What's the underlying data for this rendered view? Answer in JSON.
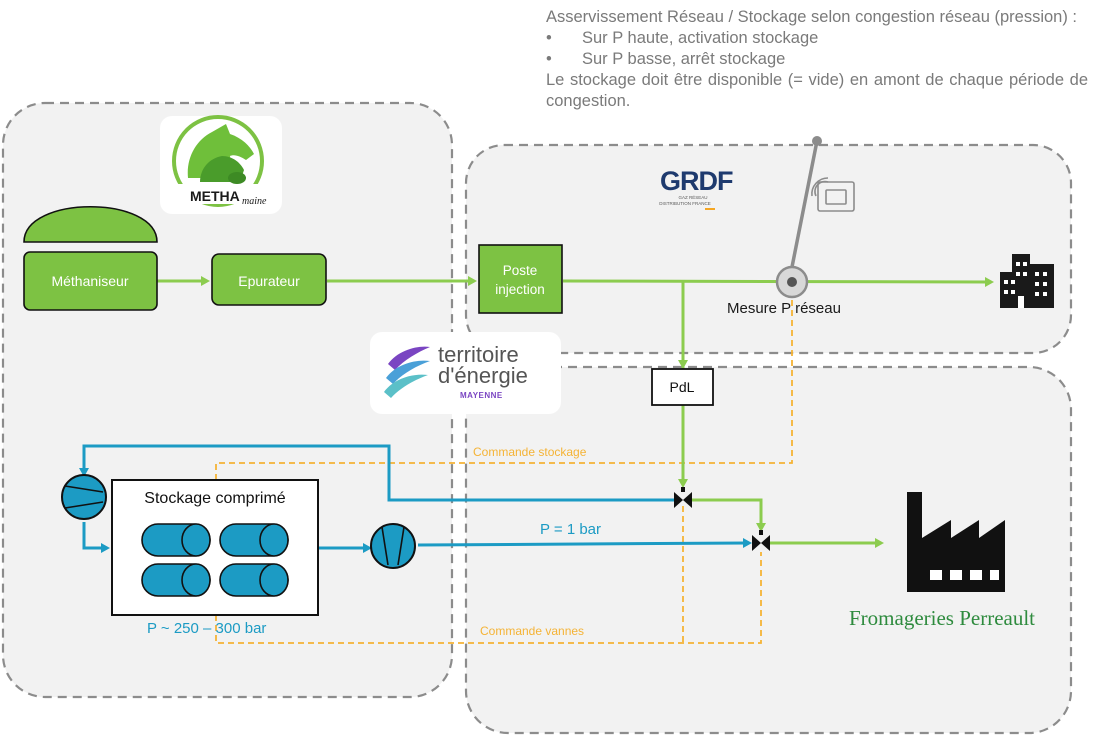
{
  "note": {
    "intro": "Asservissement Réseau / Stockage selon congestion réseau (pression) :",
    "bullets": [
      "Sur P haute, activation stockage",
      "Sur P basse, arrêt stockage"
    ],
    "conclusion": "Le stockage doit être disponible (= vide) en amont de chaque période de congestion."
  },
  "logos": {
    "metha": {
      "name": "METHA",
      "suffix": "maine"
    },
    "grdf": {
      "name": "GRDF",
      "tagline_1": "GAZ RÉSEAU",
      "tagline_2": "DISTRIBUTION FRANCE"
    },
    "territoire": {
      "line1": "territoire",
      "line2": "d'énergie",
      "line3": "MAYENNE"
    },
    "fromageries": "Fromageries Perreault"
  },
  "nodes": {
    "methaniseur": "Méthaniseur",
    "epurateur": "Epurateur",
    "poste_injection_1": "Poste",
    "poste_injection_2": "injection",
    "pdl": "PdL",
    "stockage": "Stockage comprimé"
  },
  "labels": {
    "mesure": "Mesure P réseau",
    "commande_stockage": "Commande stockage",
    "commande_vannes": "Commande vannes",
    "p_low": "P = 1 bar",
    "p_high": "P ~ 250 – 300 bar"
  },
  "colors": {
    "green_fill": "#7dc243",
    "green_line": "#8ccc4f",
    "blue_line": "#1c9bc4",
    "blue_fill": "#2aa3cc",
    "orange_dash": "#f5b335",
    "zone_fill": "#f2f2f2",
    "zone_border": "#8c8c8c",
    "dark_green": "#2e8b3e"
  }
}
